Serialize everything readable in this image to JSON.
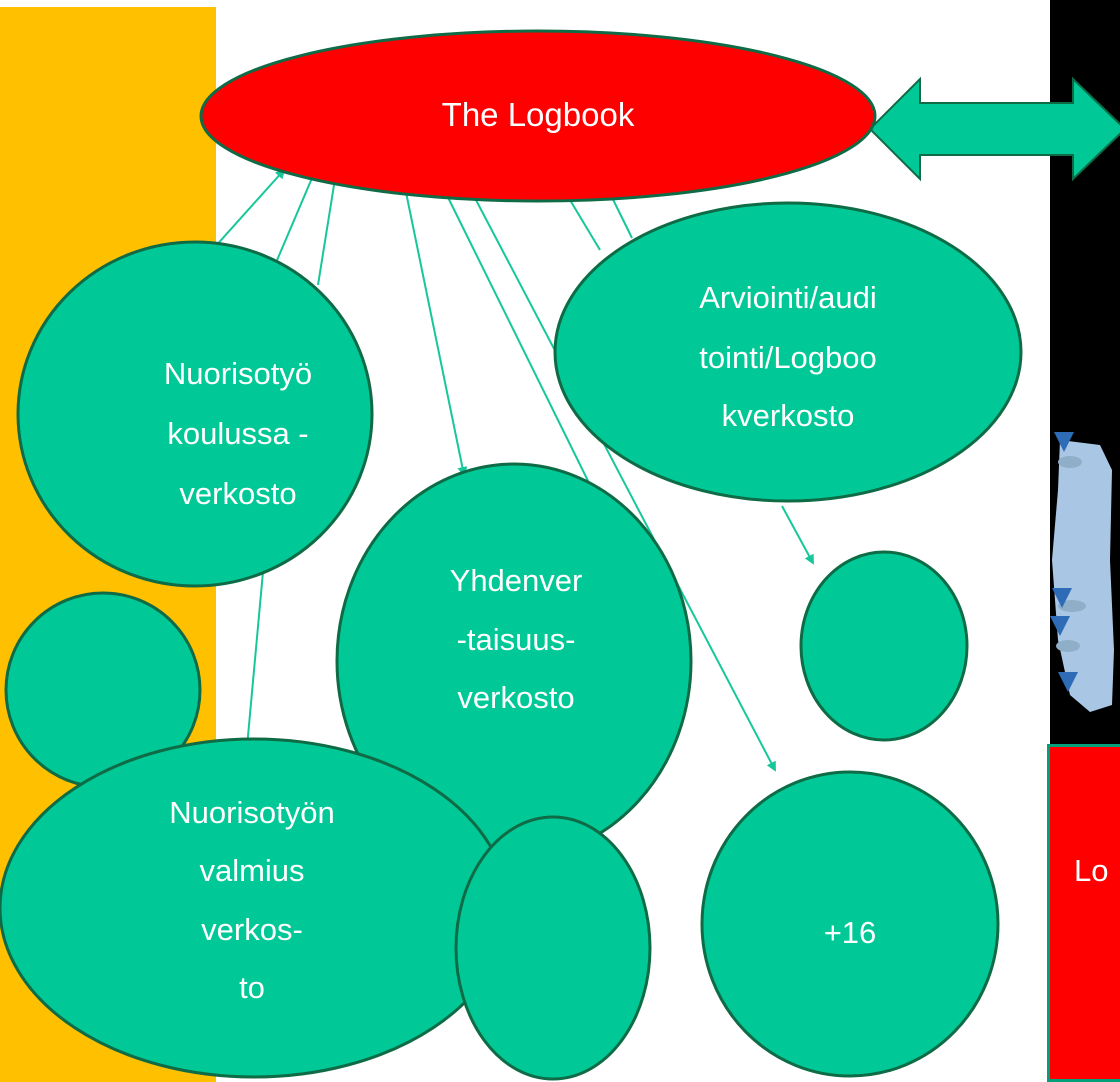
{
  "colors": {
    "node_fill": "#00C896",
    "node_stroke": "#0E6B45",
    "center_fill": "#FF0000",
    "arrow": "#16C79A",
    "sidebar": "#FFC000",
    "panel": "#000000"
  },
  "center": {
    "label": "The Logbook"
  },
  "networks": {
    "school_youth_work": [
      "Nuorisotyö",
      "koulussa -",
      "verkosto"
    ],
    "evaluation": [
      "Arviointi/audi",
      "tointi/Logboo",
      "kverkosto"
    ],
    "equality": [
      "Yhdenver",
      "-taisuus-",
      "verkosto"
    ],
    "preparedness": [
      "Nuorisotyön",
      "valmius",
      "verkos-",
      "to"
    ],
    "more": [
      "+16"
    ]
  },
  "red_box_text": "Lo"
}
